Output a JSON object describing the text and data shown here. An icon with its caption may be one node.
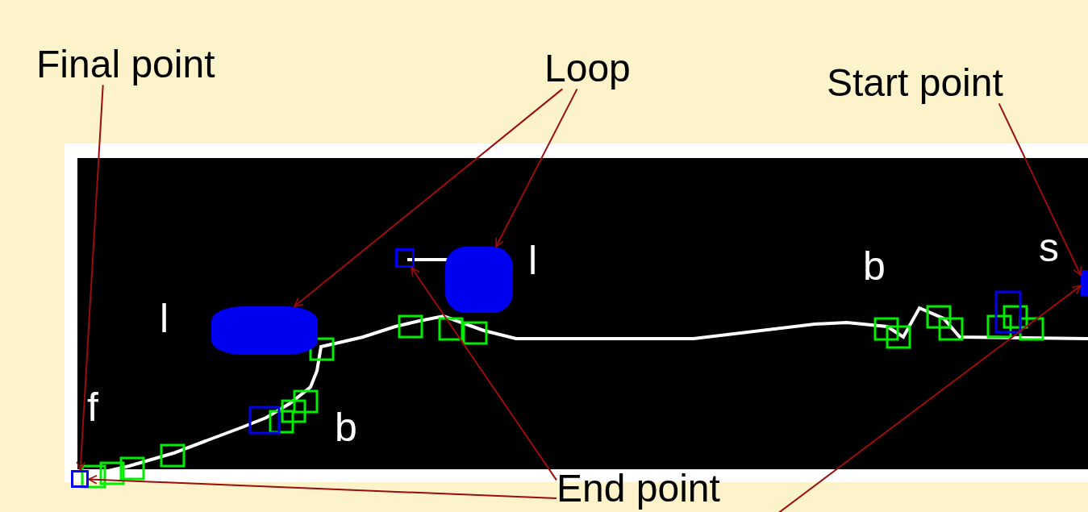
{
  "diagram": {
    "nodes": [
      {
        "text": [
          "Final point"
        ]
      },
      {
        "text": [
          "Loop"
        ]
      },
      {
        "text": [
          "Start point"
        ]
      },
      {
        "text": [
          "End point"
        ]
      },
      {
        "text": [],
        "shape": "box"
      },
      {
        "text": [],
        "shape": "blob"
      },
      {
        "text": [],
        "shape": "blob"
      },
      {
        "text": [],
        "shape": "box"
      },
      {
        "text": [],
        "shape": "bar"
      }
    ],
    "edges": [
      {
        "from": 0,
        "to": 4,
        "arrow": "to"
      },
      {
        "from": 1,
        "to": 5,
        "arrow": "to"
      },
      {
        "from": 1,
        "to": 6,
        "arrow": "to"
      },
      {
        "from": 2,
        "to": 8,
        "arrow": "to"
      },
      {
        "from": 3,
        "to": 7,
        "arrow": "to"
      },
      {
        "from": 3,
        "to": 4,
        "arrow": "to"
      },
      {
        "from": 3,
        "to": 8,
        "arrow": "to"
      }
    ],
    "labels": [
      "l",
      "b",
      "s",
      "l",
      "f",
      "b"
    ]
  }
}
